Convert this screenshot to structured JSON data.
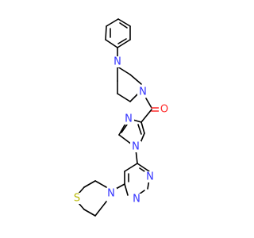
{
  "atoms": {
    "piperazine_n_top": {
      "symbol": "N",
      "color": "#3333ff"
    },
    "piperazine_n_bottom": {
      "symbol": "N",
      "color": "#3333ff"
    },
    "carbonyl_o": {
      "symbol": "O",
      "color": "#ff2a2a"
    },
    "imidazole_n3": {
      "symbol": "N",
      "color": "#3333ff"
    },
    "imidazole_n1": {
      "symbol": "N",
      "color": "#3333ff"
    },
    "pyrimidine_n1": {
      "symbol": "N",
      "color": "#3333ff"
    },
    "pyrimidine_n3": {
      "symbol": "N",
      "color": "#3333ff"
    },
    "thiomorpholine_n": {
      "symbol": "N",
      "color": "#3333ff"
    },
    "thiomorpholine_s": {
      "symbol": "S",
      "color": "#b8b800"
    }
  }
}
